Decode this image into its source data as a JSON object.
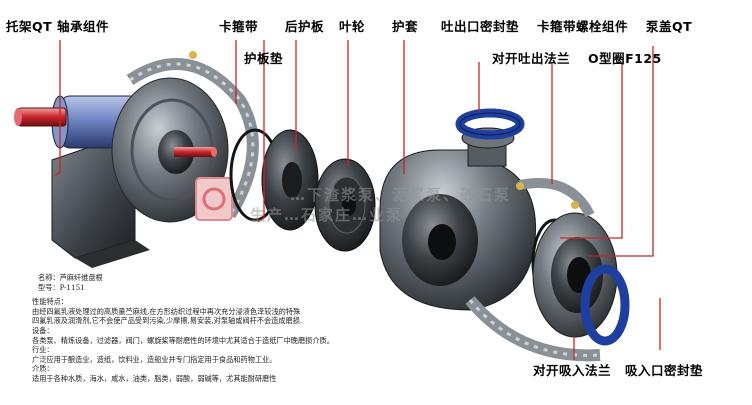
{
  "labels": {
    "bracket_bearing": "托架QT 轴承组件",
    "clamp_band": "卡箍带",
    "rear_guard_plate": "后护板",
    "guard_plate_gasket": "护板垫",
    "impeller": "叶轮",
    "volute_liner": "护套",
    "discharge_seal_gasket": "吐出口密封垫",
    "clamp_bolt_assembly": "卡箍带螺栓组件",
    "pump_cover": "泵盖QT",
    "split_discharge_flange": "对开吐出法兰",
    "o_ring": "O型圈F125",
    "split_suction_flange": "对开吸入法兰",
    "suction_seal_gasket": "吸入口密封垫"
  },
  "watermark": {
    "line1": "…下渣浆泵、泥浆泵、砂石泵",
    "line2": "生产…石家庄…业泵"
  },
  "spec": {
    "name_line": "名称：芦麻纤维盘根",
    "model_line": "型号：P-1151",
    "feature_title": "性能特点：",
    "feature_1": "由经四氟乳液处理过的高质量苎麻线,在方形纺织过程中再次充分浸渍色泽较浅的特殊",
    "feature_2": "四氟乳液及润滑剂,它不会使产品受到污染,少摩擦,易安装,对泵轴或阀杆不会造成磨损.",
    "equip_title": "设备：",
    "equip_text": "各类泵、精炼设备，过滤器，阀门，螺旋桨等耐磨性的环境中尤其适合于造纸厂中晚磨损介质。",
    "industry_title": "行业：",
    "industry_text": "广泛应用于酿造业，造纸，饮料业，造船业并专门指定用于食品和药物工业。",
    "media_title": "介质：",
    "media_text": "适用于各种水质，海水，咸水，油类，脂类，弱酸，弱碱等，尤其能耐研磨性"
  },
  "colors": {
    "metal_dark": "#3a3f44",
    "metal_mid": "#6c7379",
    "metal_light": "#b9bec2",
    "blue_gasket": "#1e3fa0",
    "red_accent": "#c8242a",
    "gold_bolt": "#d9b44a"
  }
}
